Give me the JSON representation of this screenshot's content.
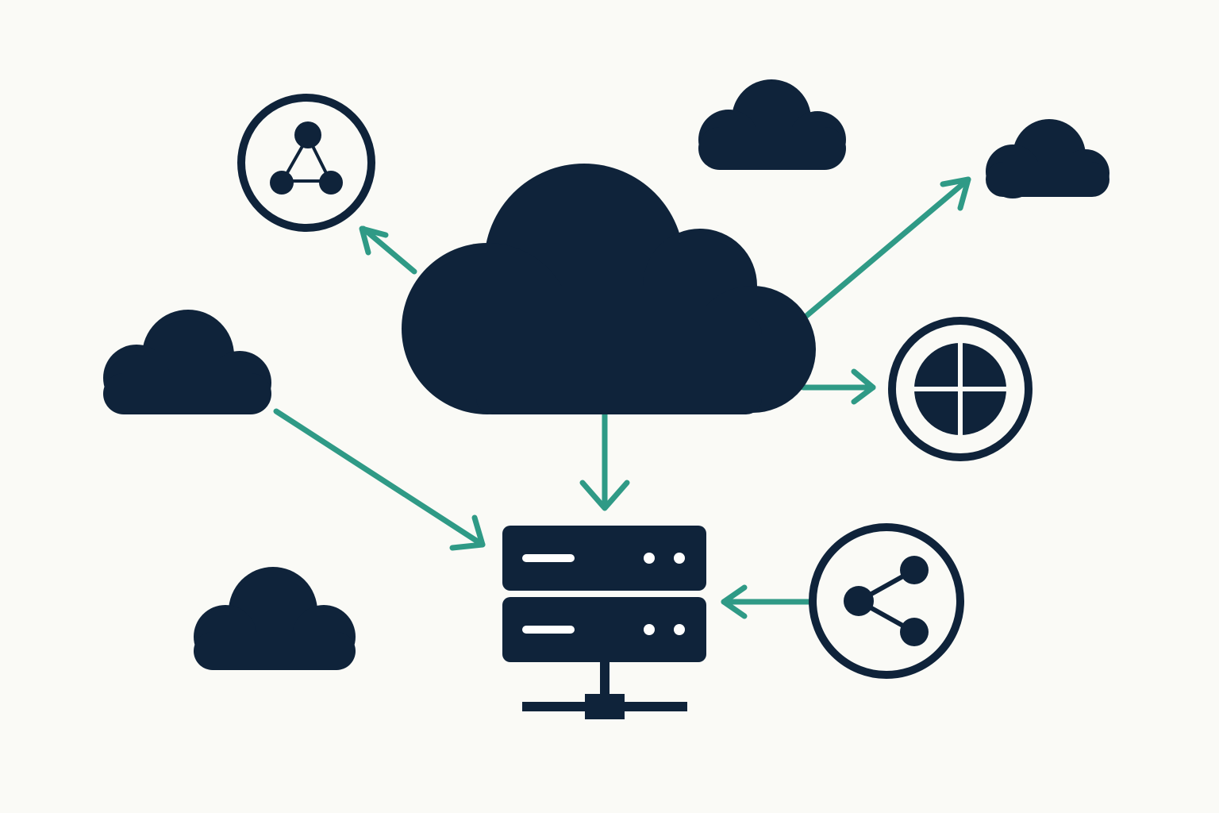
{
  "colors": {
    "background": "#fafaf6",
    "navy": "#0f233a",
    "teal": "#2f9a86",
    "white": "#ffffff"
  },
  "nodes": [
    {
      "id": "main-cloud",
      "icon": "cloud-icon"
    },
    {
      "id": "cloud-top-center",
      "icon": "cloud-icon"
    },
    {
      "id": "cloud-top-right",
      "icon": "cloud-icon"
    },
    {
      "id": "cloud-left",
      "icon": "cloud-icon"
    },
    {
      "id": "cloud-bottom-left",
      "icon": "cloud-icon"
    },
    {
      "id": "network-node",
      "icon": "network-triangle-icon"
    },
    {
      "id": "pie-node",
      "icon": "quartered-circle-icon"
    },
    {
      "id": "share-node",
      "icon": "share-icon"
    },
    {
      "id": "server",
      "icon": "server-rack-icon"
    }
  ],
  "connections": [
    {
      "from": "main-cloud",
      "to": "network-node"
    },
    {
      "from": "main-cloud",
      "to": "cloud-top-right"
    },
    {
      "from": "main-cloud",
      "to": "pie-node"
    },
    {
      "from": "main-cloud",
      "to": "server"
    },
    {
      "from": "cloud-left",
      "to": "server"
    },
    {
      "from": "share-node",
      "to": "server"
    }
  ]
}
